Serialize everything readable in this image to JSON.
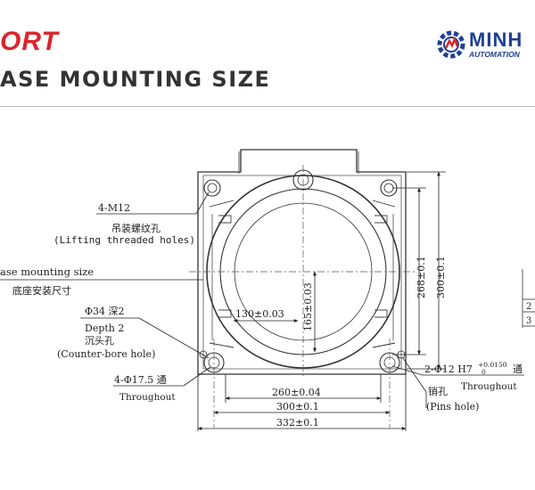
{
  "header": {
    "brand_fragment": "ORT",
    "title": "ASE MOUNTING SIZE",
    "logo_main": "MINH",
    "logo_sub": "AUTOMATION"
  },
  "callouts": {
    "lifting": {
      "spec": "4-M12",
      "zh": "吊装螺纹孔",
      "en": "(Lifting threaded holes)"
    },
    "base": {
      "en": "ase mounting size",
      "zh": "底座安装尺寸"
    },
    "counterbore": {
      "spec": "Φ34 深2",
      "depth": "Depth 2",
      "zh": "沉头孔",
      "en": "(Counter-bore hole)"
    },
    "through": {
      "spec": "4-Φ17.5 通",
      "en": "Throughout"
    },
    "pins": {
      "spec_prefix": "2-Φ12 H7",
      "tol_upper": "+0.0150",
      "tol_lower": "0",
      "spec_suffix": "通",
      "en": "Throughout",
      "zh": "销孔",
      "en2": "(Pins hole)"
    }
  },
  "dimensions": {
    "d130": "130±0.03",
    "d165": "165±0.03",
    "d268": "268±0.1",
    "d300v": "300±0.1",
    "d260": "260±0.04",
    "d300h": "300±0.1",
    "d332": "332±0.1"
  },
  "table_fragment": {
    "cells": [
      "2",
      "3"
    ]
  }
}
